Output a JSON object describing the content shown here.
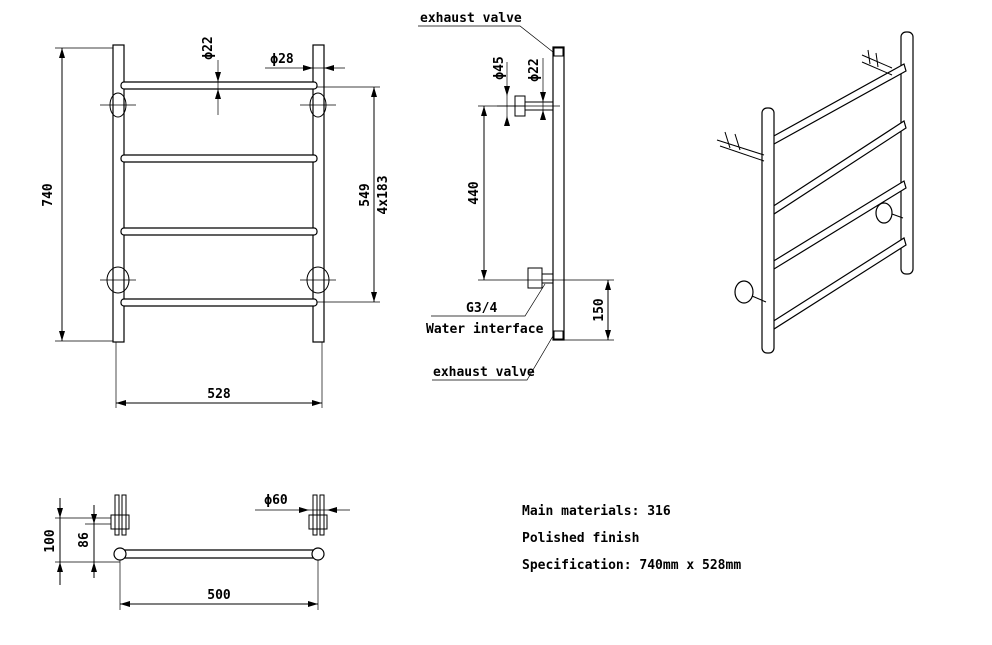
{
  "front_view": {
    "dims": {
      "height": "740",
      "width": "528",
      "bar_span": "549",
      "bar_pitch": "4x183",
      "tube_diameter": "ϕ22",
      "rail_diameter": "ϕ28"
    }
  },
  "side_view": {
    "labels": {
      "exhaust_valve_top": "exhaust valve",
      "exhaust_valve_bottom": "exhaust valve",
      "thread": "G3/4",
      "water_interface": "Water interface"
    },
    "dims": {
      "fitting_diameter": "ϕ45",
      "pipe_diameter": "ϕ22",
      "inlet_height": "440",
      "bottom_offset": "150"
    }
  },
  "top_view": {
    "dims": {
      "depth": "100",
      "wall_offset": "86",
      "flange_diameter": "ϕ60",
      "centers": "500"
    }
  },
  "specs": {
    "material": "Main materials: 316",
    "finish": "Polished finish",
    "specification": "Specification: 740mm x 528mm"
  }
}
